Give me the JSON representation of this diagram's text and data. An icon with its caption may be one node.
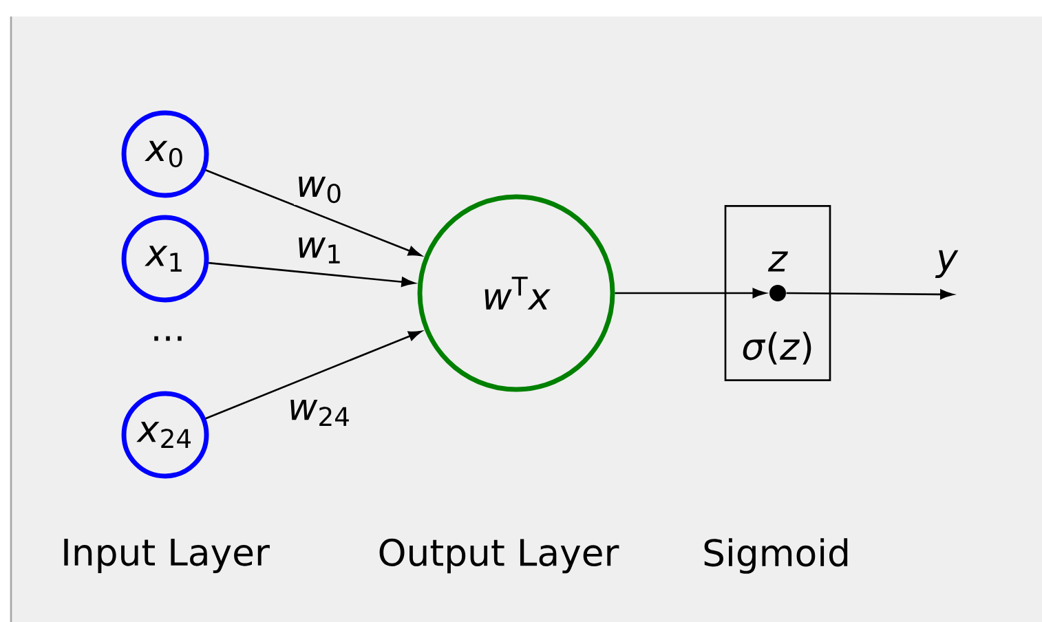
{
  "diagram": {
    "nodes": [
      {
        "text": [
          "*x*$_{0}$"
        ]
      },
      {
        "text": [
          "*x*$_{1}$"
        ]
      },
      {
        "text": [
          "*x*$_{24}$"
        ]
      },
      {
        "text": [
          "*w*$^{T}$*x*"
        ]
      },
      {
        "text": [
          "z",
          "*σ*(*z*)"
        ]
      },
      {
        "text": [],
        "shape": "circle",
        "in": 4
      }
    ],
    "edges": [
      {
        "from": 0,
        "to": 3,
        "arrow": "to",
        "label": "*w*$_{0}$"
      },
      {
        "from": 1,
        "to": 3,
        "arrow": "to",
        "label": "*w*$_{1}$"
      },
      {
        "from": 2,
        "to": 3,
        "arrow": "to",
        "label": "*w*$_{24}$"
      },
      {
        "from": 3,
        "to": 5,
        "arrow": "to"
      },
      {
        "from": 5,
        "to": null,
        "arrow": "to",
        "label": "y"
      }
    ],
    "labels": [
      "...",
      "Input Layer",
      "Output Layer",
      "Sigmoid"
    ]
  }
}
